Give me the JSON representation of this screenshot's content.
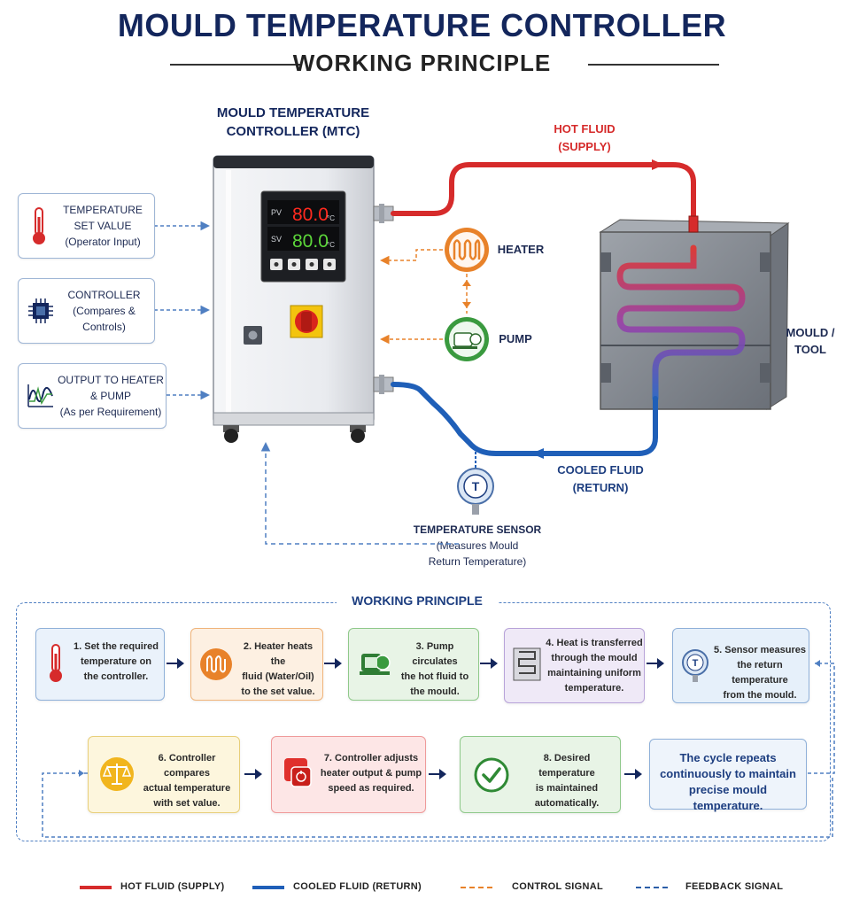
{
  "header": {
    "title": "MOULD TEMPERATURE CONTROLLER",
    "subtitle": "WORKING PRINCIPLE"
  },
  "mtc": {
    "label_line1": "MOULD TEMPERATURE",
    "label_line2": "CONTROLLER (MTC)",
    "pv_label": "PV",
    "pv_value": "80.0",
    "sv_label": "SV",
    "sv_value": "80.0",
    "unit": "°C"
  },
  "inputs": [
    {
      "line1": "TEMPERATURE",
      "line2": "SET VALUE",
      "line3": "(Operator Input)",
      "icon": "thermometer-icon"
    },
    {
      "line1": "CONTROLLER",
      "line2": "(Compares &",
      "line3": "Controls)",
      "icon": "chip-icon"
    },
    {
      "line1": "OUTPUT TO HEATER",
      "line2": "& PUMP",
      "line3": "(As per Requirement)",
      "icon": "signal-wave-icon"
    }
  ],
  "heater_label": "HEATER",
  "pump_label": "PUMP",
  "hot_fluid": {
    "line1": "HOT FLUID",
    "line2": "(SUPPLY)"
  },
  "cooled_fluid": {
    "line1": "COOLED FLUID",
    "line2": "(RETURN)"
  },
  "mould": {
    "line1": "MOULD /",
    "line2": "TOOL"
  },
  "sensor": {
    "line1": "TEMPERATURE SENSOR",
    "line2": "(Measures Mould",
    "line3": "Return Temperature)"
  },
  "working_principle": {
    "heading": "WORKING PRINCIPLE",
    "steps": [
      {
        "line1": "1. Set the required",
        "line2": "temperature on",
        "line3": "the controller.",
        "icon": "thermometer-icon"
      },
      {
        "line1": "2. Heater heats the",
        "line2": "fluid (Water/Oil)",
        "line3": "to the set value.",
        "icon": "heater-coil-icon"
      },
      {
        "line1": "3. Pump circulates",
        "line2": "the hot fluid to",
        "line3": "the mould.",
        "icon": "pump-icon"
      },
      {
        "line1": "4. Heat is transferred",
        "line2": "through the mould",
        "line3": "maintaining uniform",
        "line4": "temperature.",
        "icon": "mould-channel-icon"
      },
      {
        "line1": "5. Sensor measures",
        "line2": "the return temperature",
        "line3": "from the mould.",
        "icon": "sensor-icon"
      },
      {
        "line1": "6. Controller compares",
        "line2": "actual temperature",
        "line3": "with set value.",
        "icon": "balance-scale-icon"
      },
      {
        "line1": "7. Controller adjusts",
        "line2": "heater output & pump",
        "line3": "speed as required.",
        "icon": "adjust-icon"
      },
      {
        "line1": "8. Desired temperature",
        "line2": "is maintained",
        "line3": "automatically.",
        "icon": "check-circle-icon"
      }
    ],
    "cycle": {
      "line1": "The cycle repeats",
      "line2": "continuously to maintain",
      "line3": "precise mould temperature."
    }
  },
  "legend": [
    {
      "label": "HOT FLUID (SUPPLY)",
      "color": "#d62b2b",
      "style": "solid"
    },
    {
      "label": "COOLED FLUID (RETURN)",
      "color": "#1f5fb8",
      "style": "solid"
    },
    {
      "label": "CONTROL SIGNAL",
      "color": "#e8822a",
      "style": "dashed"
    },
    {
      "label": "FEEDBACK SIGNAL",
      "color": "#2b5ea8",
      "style": "dashed"
    }
  ],
  "colors": {
    "hot": "#d62b2b",
    "cold": "#1f5fb8",
    "control": "#e8822a",
    "feedback": "#4f7fc2",
    "navy": "#13265c"
  }
}
